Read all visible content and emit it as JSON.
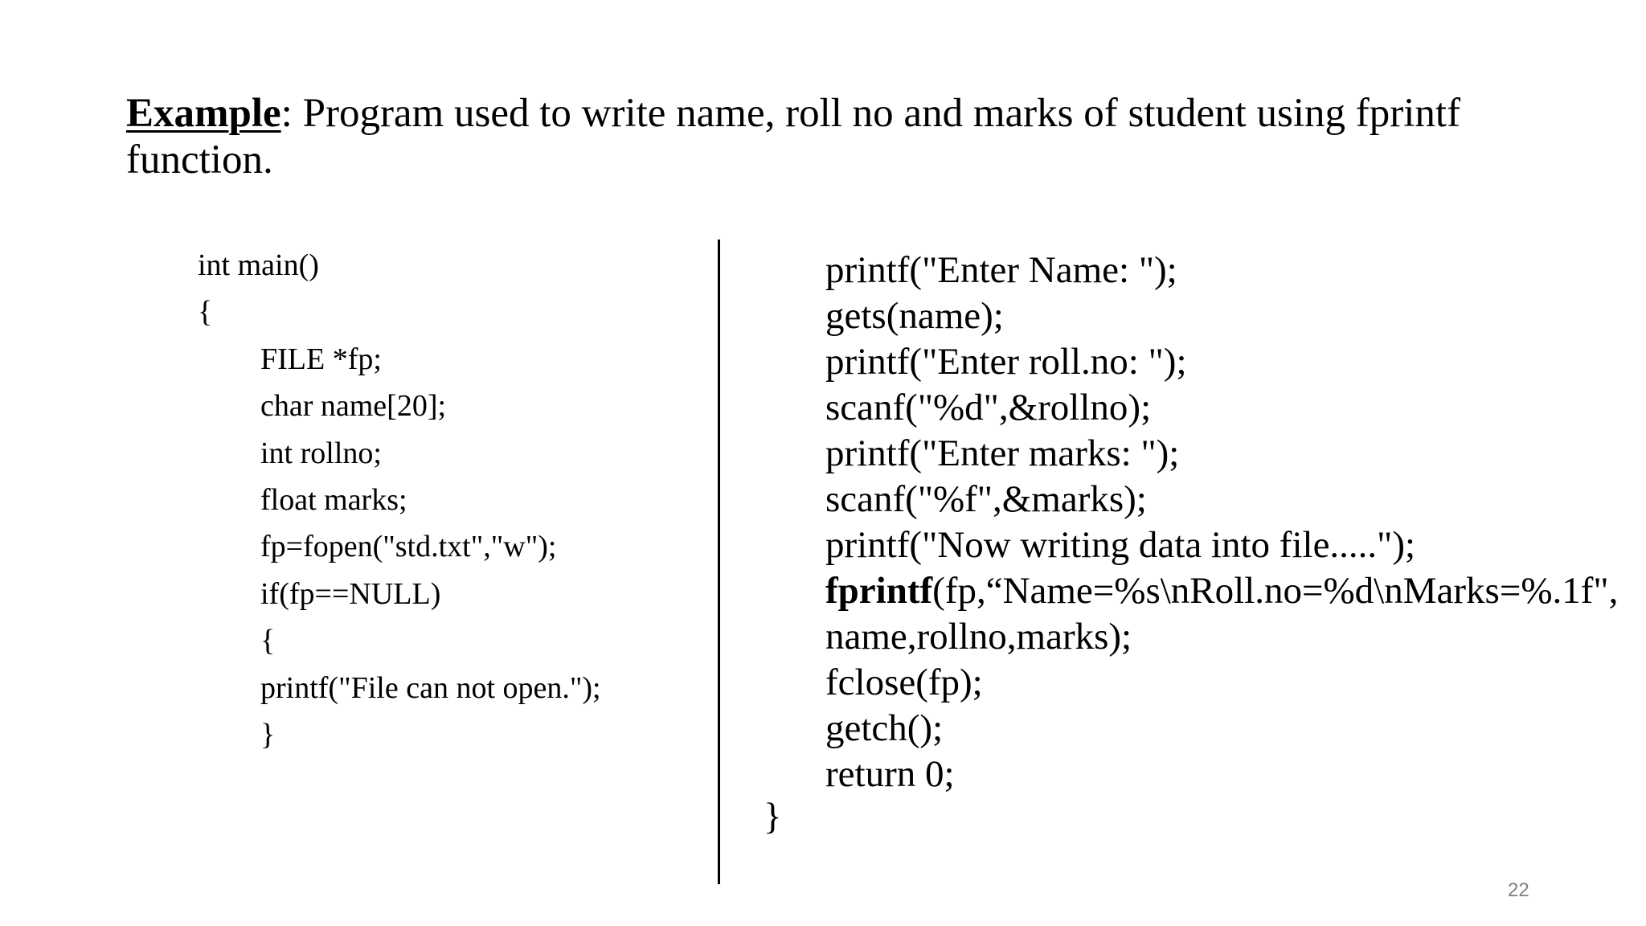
{
  "heading": {
    "keyword": "Example",
    "text": ": Program used to write name, roll no and marks of student using fprintf function."
  },
  "left_code": [
    "int main()",
    "{",
    "FILE *fp;",
    "char name[20];",
    "int rollno;",
    "float marks;",
    "fp=fopen(\"std.txt\",\"w\");",
    "if(fp==NULL)",
    "{",
    "printf(\"File can not open.\");",
    "}"
  ],
  "right_code": {
    "lines_before": [
      "printf(\"Enter Name: \");",
      "gets(name);",
      "printf(\"Enter roll.no: \");",
      "scanf(\"%d\",&rollno);",
      "printf(\"Enter marks: \");",
      "scanf(\"%f\",&marks);",
      "printf(\"Now writing data into file.....\");"
    ],
    "fprintf_keyword": "fprintf",
    "fprintf_args": "(fp,“Name=%s\\nRoll.no=%d\\nMarks=%.1f\",",
    "lines_after": [
      "name,rollno,marks);",
      "fclose(fp);",
      "getch();",
      "return 0;"
    ],
    "closing_brace": "}"
  },
  "page_number": "22"
}
